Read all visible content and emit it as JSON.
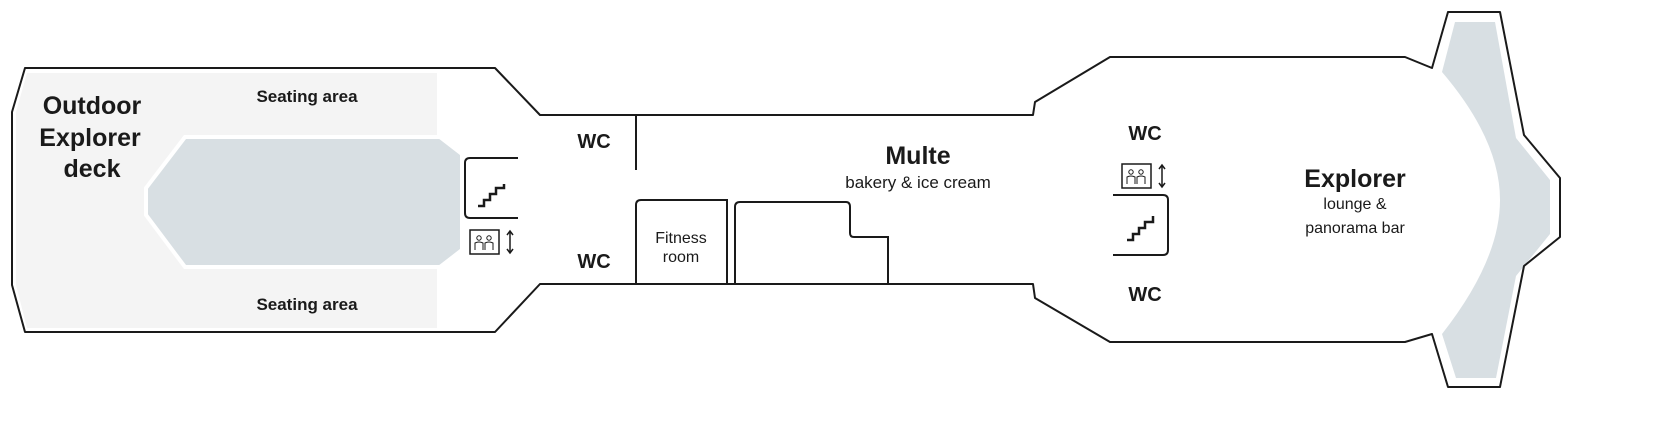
{
  "colors": {
    "outline": "#1a1a1a",
    "deck_fill": "#f4f4f4",
    "pool_fill": "#d8dfe3",
    "bow_fill": "#d8dfe3"
  },
  "aft": {
    "title_lines": [
      "Outdoor",
      "Explorer",
      "deck"
    ],
    "seating_top": "Seating area",
    "seating_bottom": "Seating area"
  },
  "mid": {
    "wc_top": "WC",
    "wc_bottom": "WC",
    "fitness_lines": [
      "Fitness",
      "room"
    ],
    "multe_title": "Multe",
    "multe_sub": "bakery & ice cream"
  },
  "fore": {
    "wc_top": "WC",
    "wc_bottom": "WC",
    "explorer_title": "Explorer",
    "explorer_sub_lines": [
      "lounge &",
      "panorama bar"
    ]
  },
  "icons": [
    "stairs-icon",
    "elevator-icon"
  ]
}
